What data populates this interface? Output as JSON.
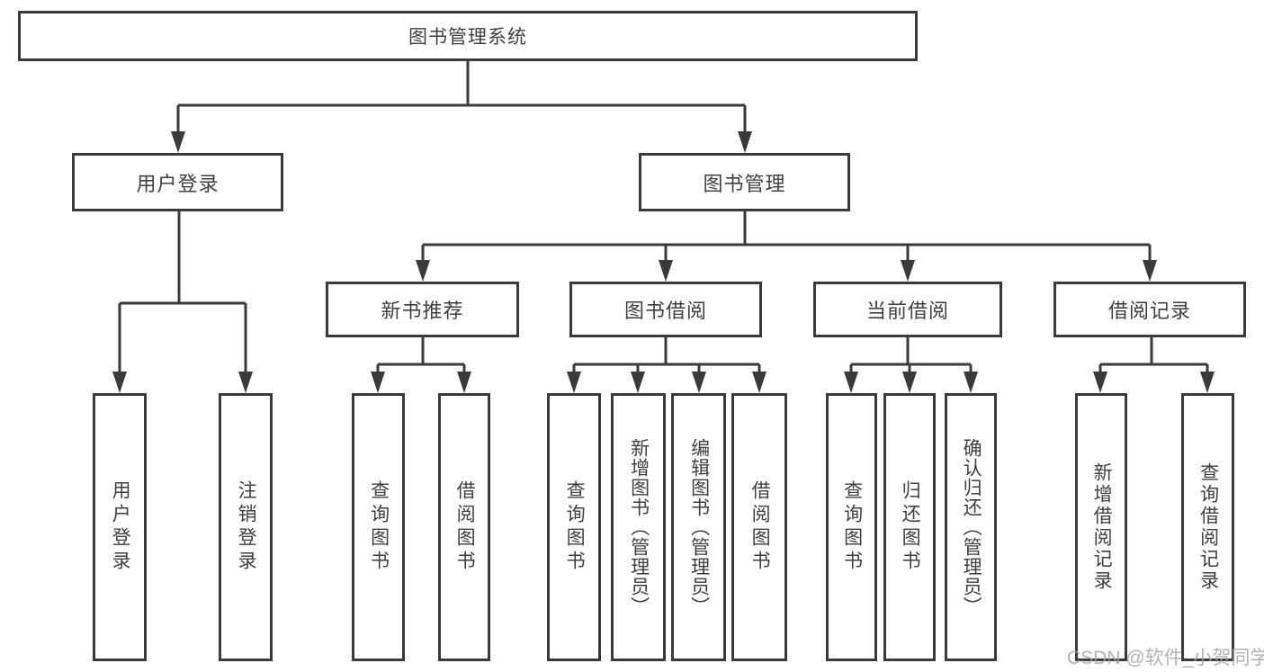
{
  "colors": {
    "line": "#3a3a3a",
    "text": "#3f3f3f",
    "background": "#ffffff",
    "watermark": "#a5a5a5"
  },
  "tree": {
    "root": {
      "label": "图书管理系统",
      "children": [
        {
          "label": "用户登录",
          "children": [
            {
              "label": "用户登录"
            },
            {
              "label": "注销登录"
            }
          ]
        },
        {
          "label": "图书管理",
          "children": [
            {
              "label": "新书推荐",
              "children": [
                {
                  "label": "查询图书"
                },
                {
                  "label": "借阅图书"
                }
              ]
            },
            {
              "label": "图书借阅",
              "children": [
                {
                  "label": "查询图书"
                },
                {
                  "label": "新增图书（管理员）"
                },
                {
                  "label": "编辑图书（管理员）"
                },
                {
                  "label": "借阅图书"
                }
              ]
            },
            {
              "label": "当前借阅",
              "children": [
                {
                  "label": "查询图书"
                },
                {
                  "label": "归还图书"
                },
                {
                  "label": "确认归还（管理员）"
                }
              ]
            },
            {
              "label": "借阅记录",
              "children": [
                {
                  "label": "新增借阅记录"
                },
                {
                  "label": "查询借阅记录"
                }
              ]
            }
          ]
        }
      ]
    }
  },
  "watermark": {
    "text": "CSDN @软件_小贺同学"
  }
}
